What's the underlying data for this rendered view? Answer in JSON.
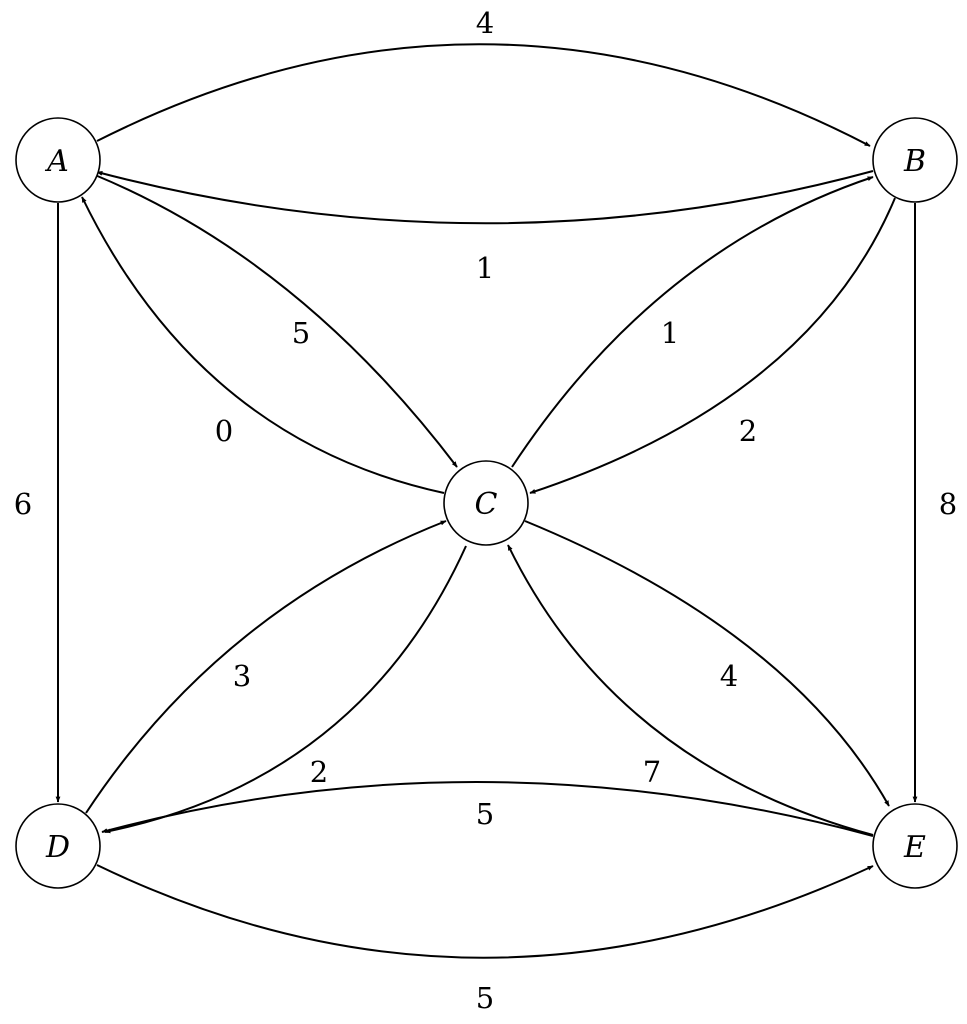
{
  "diagram": {
    "type": "directed-weighted-graph",
    "nodes": [
      {
        "id": "A",
        "label": "A"
      },
      {
        "id": "B",
        "label": "B"
      },
      {
        "id": "C",
        "label": "C"
      },
      {
        "id": "D",
        "label": "D"
      },
      {
        "id": "E",
        "label": "E"
      }
    ],
    "edges": [
      {
        "from": "A",
        "to": "B",
        "weight": "4"
      },
      {
        "from": "B",
        "to": "A",
        "weight": "1"
      },
      {
        "from": "A",
        "to": "C",
        "weight": "5"
      },
      {
        "from": "C",
        "to": "A",
        "weight": "0"
      },
      {
        "from": "A",
        "to": "D",
        "weight": "6"
      },
      {
        "from": "C",
        "to": "B",
        "weight": "1"
      },
      {
        "from": "B",
        "to": "C",
        "weight": "2"
      },
      {
        "from": "B",
        "to": "E",
        "weight": "8"
      },
      {
        "from": "D",
        "to": "C",
        "weight": "3"
      },
      {
        "from": "C",
        "to": "D",
        "weight": "2"
      },
      {
        "from": "C",
        "to": "E",
        "weight": "4"
      },
      {
        "from": "E",
        "to": "C",
        "weight": "7"
      },
      {
        "from": "E",
        "to": "D",
        "weight": "5"
      },
      {
        "from": "D",
        "to": "E",
        "weight": "5"
      }
    ]
  }
}
